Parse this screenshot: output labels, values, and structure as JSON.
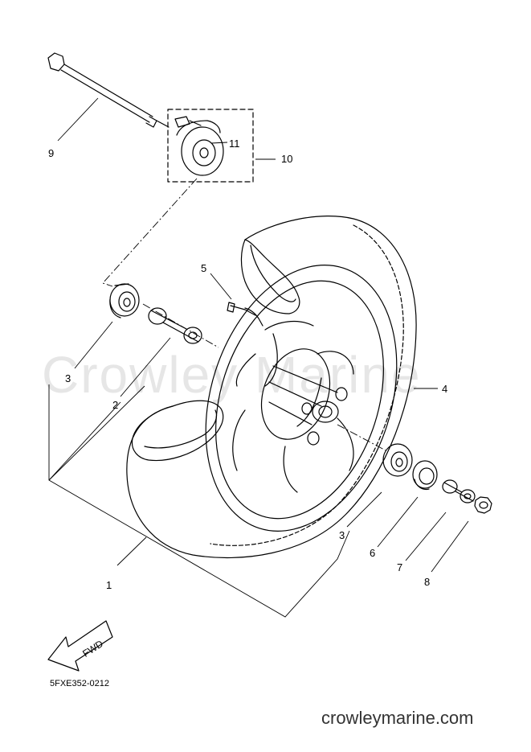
{
  "watermark": "Crowley Marine",
  "callouts": [
    {
      "id": "label-1",
      "text": "1"
    },
    {
      "id": "label-2",
      "text": "2"
    },
    {
      "id": "label-3a",
      "text": "3"
    },
    {
      "id": "label-3b",
      "text": "3"
    },
    {
      "id": "label-4",
      "text": "4"
    },
    {
      "id": "label-5",
      "text": "5"
    },
    {
      "id": "label-6",
      "text": "6"
    },
    {
      "id": "label-7",
      "text": "7"
    },
    {
      "id": "label-8",
      "text": "8"
    },
    {
      "id": "label-9",
      "text": "9"
    },
    {
      "id": "label-10",
      "text": "10"
    },
    {
      "id": "label-11",
      "text": "11"
    }
  ],
  "fwd_label": "FWD",
  "drawing_code": "5FXE352-0212",
  "site": "crowleymarine.com"
}
